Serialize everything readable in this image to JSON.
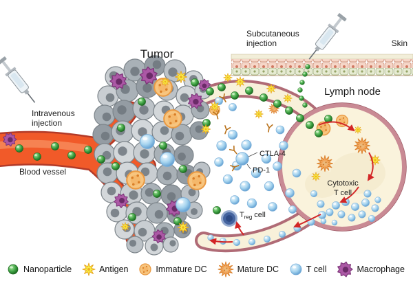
{
  "labels": {
    "tumor": "Tumor",
    "lymph_node": "Lymph node",
    "skin": "Skin",
    "blood_vessel": "Blood vessel",
    "subcutaneous": {
      "line1": "Subcutaneous",
      "line2": "injection"
    },
    "intravenous": {
      "line1": "Intravenous",
      "line2": "injection"
    },
    "ctla4": "CTLA-4",
    "pd1": "PD-1",
    "cytotoxic": {
      "line1": "Cytotoxic",
      "line2": "T cell"
    },
    "treg": {
      "t": "T",
      "sub": "reg",
      "rest": "cell"
    }
  },
  "legend": {
    "items": [
      {
        "label": "Nanoparticle",
        "icon": "nanoparticle-icon",
        "color": "#2f8f36"
      },
      {
        "label": "Antigen",
        "icon": "antigen-icon",
        "color": "#f6e93d"
      },
      {
        "label": "Immature DC",
        "icon": "immature-dc-icon",
        "color": "#f2b469"
      },
      {
        "label": "Mature DC",
        "icon": "mature-dc-icon",
        "color": "#ef9e4f"
      },
      {
        "label": "T cell",
        "icon": "t-cell-icon",
        "color": "#a8d2ee"
      },
      {
        "label": "Macrophage",
        "icon": "macrophage-icon",
        "color": "#a557a0"
      }
    ]
  },
  "colors": {
    "blood_vessel": "#f15a29",
    "lymph_node_fill": "#faf3dc",
    "lymph_node_border": "#b06b76",
    "arrow": "#d32626",
    "nanoparticle": "#2f8f36",
    "antigen": "#f6e93d",
    "t_cell": "#a8d2ee",
    "macrophage": "#a557a0"
  }
}
